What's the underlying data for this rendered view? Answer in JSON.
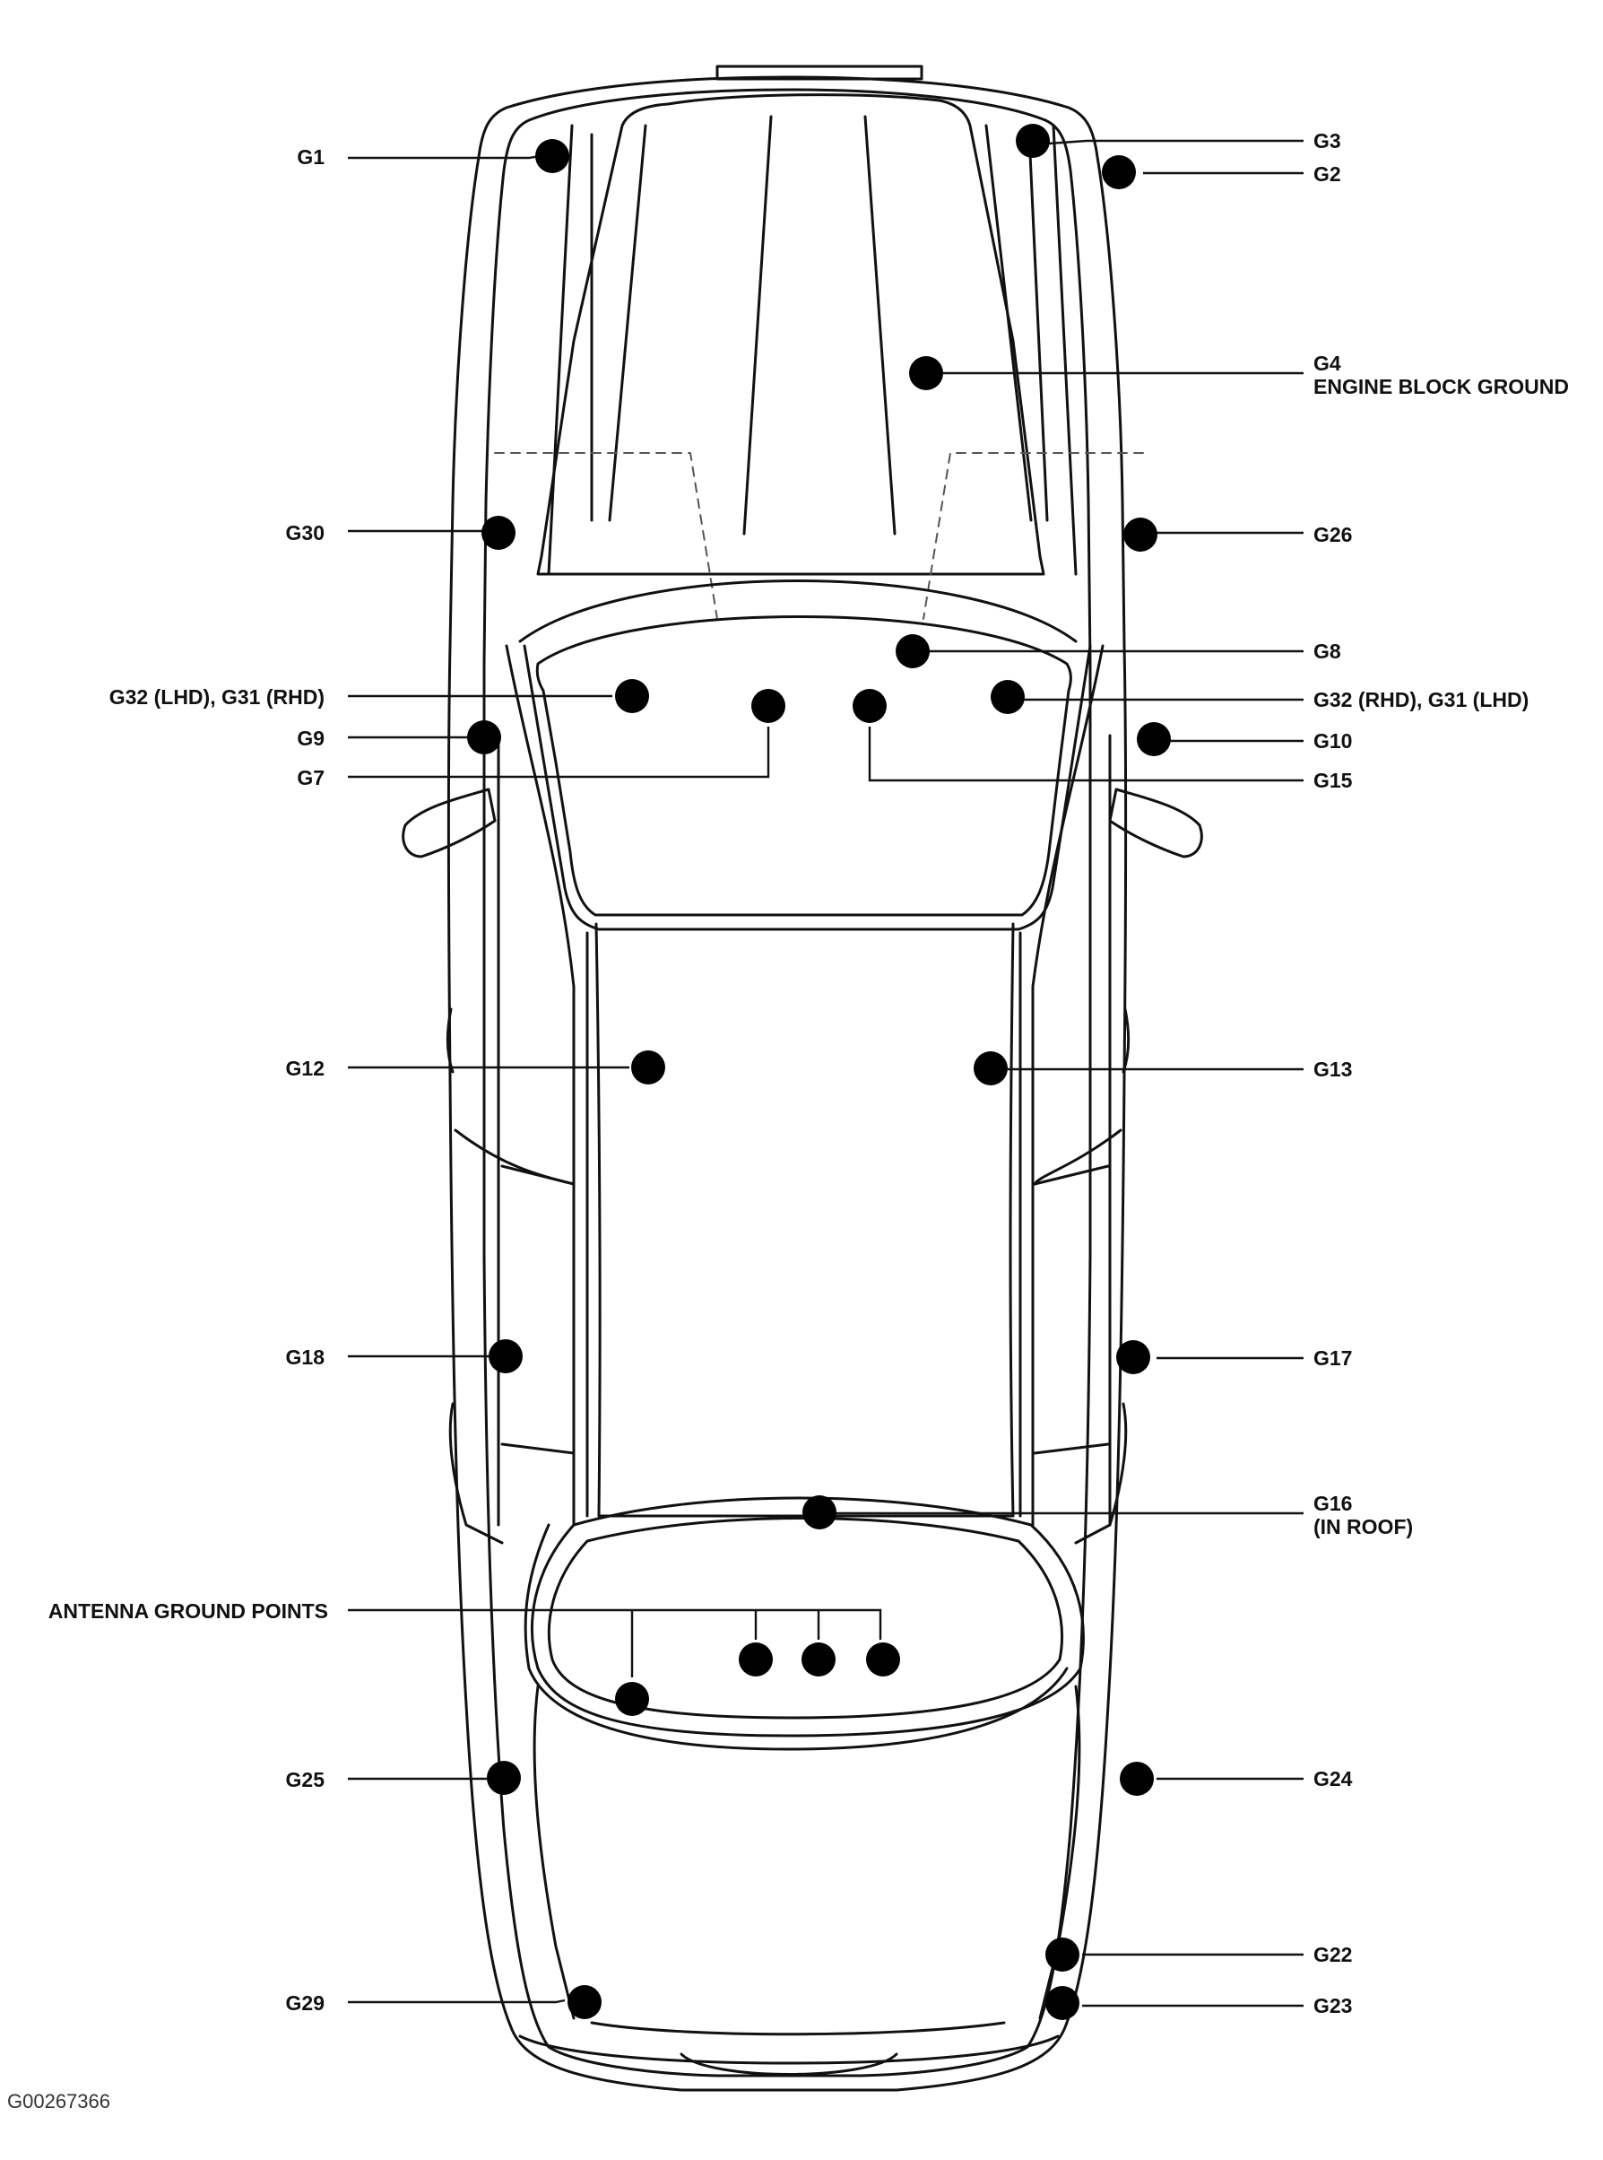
{
  "labels": {
    "g1": "G1",
    "g3": "G3",
    "g2": "G2",
    "g4": "G4",
    "g4_sub": "ENGINE BLOCK GROUND",
    "g30": "G30",
    "g26": "G26",
    "g8": "G8",
    "g32_left": "G32 (LHD), G31 (RHD)",
    "g32_right": "G32 (RHD), G31 (LHD)",
    "g9": "G9",
    "g10": "G10",
    "g7": "G7",
    "g15": "G15",
    "g12": "G12",
    "g13": "G13",
    "g18": "G18",
    "g17": "G17",
    "g16": "G16",
    "g16_sub": "(IN ROOF)",
    "antenna": "ANTENNA GROUND POINTS",
    "g25": "G25",
    "g24": "G24",
    "g22": "G22",
    "g29": "G29",
    "g23": "G23"
  },
  "figure_code": "G00267366"
}
